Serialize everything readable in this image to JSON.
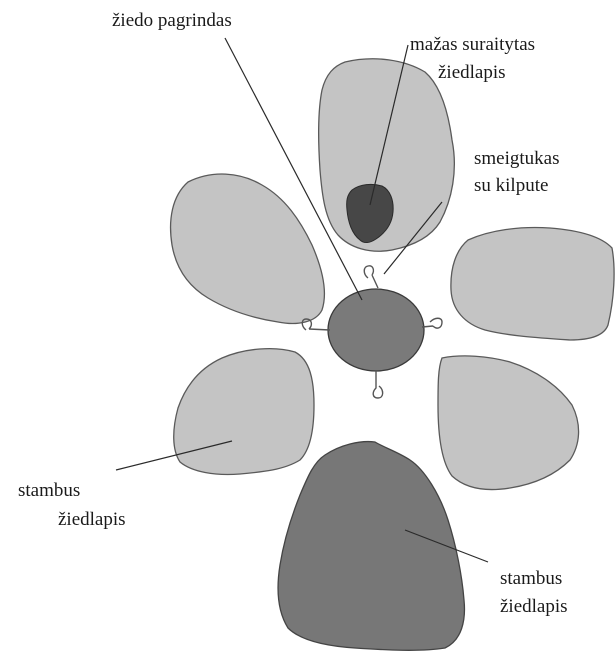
{
  "labels": {
    "flower_base": "žiedo pagrindas",
    "small_petal_line1": "mažas suraitytas",
    "small_petal_line2": "žiedlapis",
    "pin_line1": "smeigtukas",
    "pin_line2": "su kilpute",
    "large_petal_left_line1": "stambus",
    "large_petal_left_line2": "žiedlapis",
    "large_petal_right_line1": "stambus",
    "large_petal_right_line2": "žiedlapis"
  },
  "colors": {
    "light_petal": "#c4c4c4",
    "dark_petal": "#777777",
    "small_petal": "#474747",
    "flower_base": "#7a7a7a"
  }
}
